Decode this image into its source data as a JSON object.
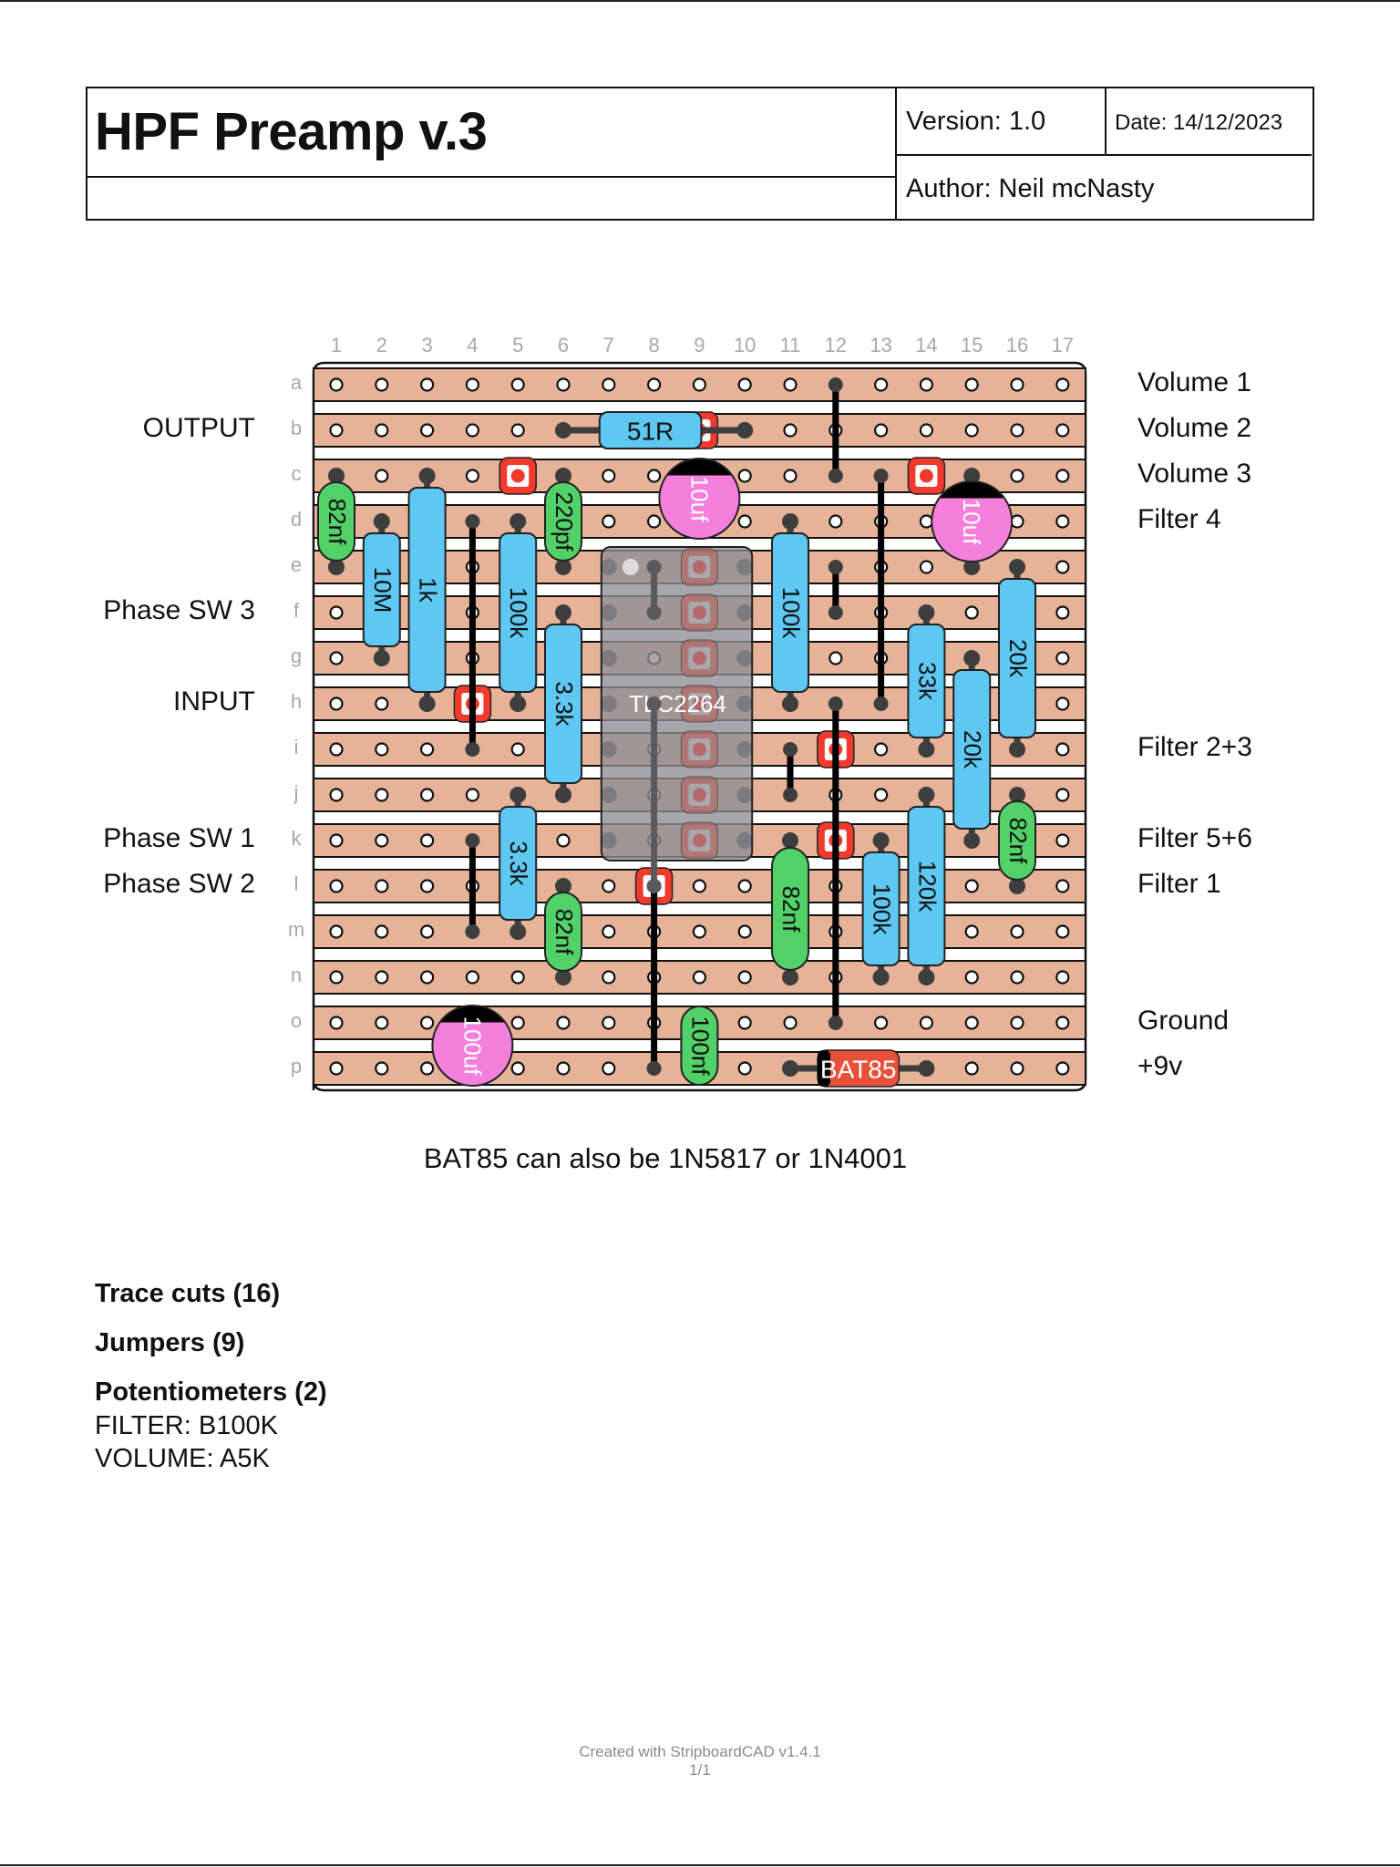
{
  "title_block": {
    "title": "HPF Preamp v.3",
    "subtitle": "",
    "version": "Version: 1.0",
    "date": "Date: 14/12/2023",
    "author": "Author: Neil mcNasty"
  },
  "board": {
    "columns": [
      "1",
      "2",
      "3",
      "4",
      "5",
      "6",
      "7",
      "8",
      "9",
      "10",
      "11",
      "12",
      "13",
      "14",
      "15",
      "16",
      "17"
    ],
    "rows": [
      "a",
      "b",
      "c",
      "d",
      "e",
      "f",
      "g",
      "h",
      "i",
      "j",
      "k",
      "l",
      "m",
      "n",
      "o",
      "p"
    ],
    "left_labels": [
      {
        "row": "b",
        "text": "OUTPUT"
      },
      {
        "row": "f",
        "text": "Phase SW 3"
      },
      {
        "row": "h",
        "text": "INPUT"
      },
      {
        "row": "k",
        "text": "Phase SW 1"
      },
      {
        "row": "l",
        "text": "Phase SW 2"
      }
    ],
    "right_labels": [
      {
        "row": "a",
        "text": "Volume 1"
      },
      {
        "row": "b",
        "text": "Volume 2"
      },
      {
        "row": "c",
        "text": "Volume 3"
      },
      {
        "row": "d",
        "text": "Filter 4"
      },
      {
        "row": "i",
        "text": "Filter 2+3"
      },
      {
        "row": "k",
        "text": "Filter 5+6"
      },
      {
        "row": "l",
        "text": "Filter 1"
      },
      {
        "row": "o",
        "text": "Ground"
      },
      {
        "row": "p",
        "text": "+9v"
      }
    ],
    "colors": {
      "strip": "#e6b398",
      "resistor": "#5ec8f2",
      "ceramic_cap": "#52d168",
      "electrolytic_cap": "#f47fdc",
      "trace_cut": "#f03a2e",
      "jumper": "#000000",
      "lead": "#3e3e3e",
      "ic_body": "#8e8e93",
      "diode": "#e8503a"
    },
    "trace_cuts": [
      {
        "row": "b",
        "col": 9
      },
      {
        "row": "c",
        "col": 5
      },
      {
        "row": "c",
        "col": 14
      },
      {
        "row": "h",
        "col": 4
      },
      {
        "row": "i",
        "col": 12
      },
      {
        "row": "k",
        "col": 12
      },
      {
        "row": "l",
        "col": 8
      }
    ],
    "jumpers": [
      {
        "from": "a12",
        "to": "c12"
      },
      {
        "from": "d4",
        "to": "i4"
      },
      {
        "from": "c13",
        "to": "h13"
      },
      {
        "from": "e12",
        "to": "f12"
      },
      {
        "from": "i11",
        "to": "j11"
      },
      {
        "from": "k4",
        "to": "m4"
      },
      {
        "from": "h12",
        "to": "o12"
      },
      {
        "from": "l8",
        "to": "p8"
      },
      {
        "from": "e8",
        "to": "f8"
      },
      {
        "from": "h8",
        "to": "l8"
      }
    ],
    "resistors": [
      {
        "label": "51R",
        "from": "b6",
        "to": "b10",
        "body_from": "b7",
        "body_to": "b9"
      },
      {
        "label": "10M",
        "from": "d2",
        "to": "g2"
      },
      {
        "label": "1k",
        "from": "c3",
        "to": "h3"
      },
      {
        "label": "100k",
        "from": "d5",
        "to": "h5"
      },
      {
        "label": "3.3k",
        "from": "f6",
        "to": "j6"
      },
      {
        "label": "100k",
        "from": "d11",
        "to": "h11"
      },
      {
        "label": "33k",
        "from": "f14",
        "to": "i14"
      },
      {
        "label": "20k",
        "from": "e16",
        "to": "i16"
      },
      {
        "label": "20k",
        "from": "g15",
        "to": "k15"
      },
      {
        "label": "3.3k",
        "from": "j5",
        "to": "m5"
      },
      {
        "label": "100k",
        "from": "k13",
        "to": "n13"
      },
      {
        "label": "120k",
        "from": "j14",
        "to": "n14"
      }
    ],
    "ceramic_caps": [
      {
        "label": "82nf",
        "from": "c1",
        "to": "e1"
      },
      {
        "label": "220pf",
        "from": "c6",
        "to": "e6"
      },
      {
        "label": "82nf",
        "from": "l6",
        "to": "n6"
      },
      {
        "label": "82nf",
        "from": "k11",
        "to": "n11"
      },
      {
        "label": "82nf",
        "from": "j16",
        "to": "l16"
      },
      {
        "label": "100nf",
        "from": "o9",
        "to": "p9"
      }
    ],
    "electrolytic_caps": [
      {
        "label": "10uf",
        "from": "c9",
        "to": "d9"
      },
      {
        "label": "10uf",
        "from": "c15",
        "to": "e15"
      },
      {
        "label": "100uf",
        "from": "o4",
        "to": "p4"
      }
    ],
    "diodes": [
      {
        "label": "BAT85",
        "from": "p11",
        "to": "p14"
      }
    ],
    "ics": [
      {
        "label": "TLC2264",
        "top_left": "e7",
        "bottom_right": "k10",
        "pins": 14
      }
    ]
  },
  "note": "BAT85 can also be 1N5817 or 1N4001",
  "bom": {
    "trace_cuts": "Trace cuts (16)",
    "jumpers": "Jumpers (9)",
    "potentiometers": "Potentiometers (2)",
    "pots": [
      "FILTER: B100K",
      "VOLUME: A5K"
    ]
  },
  "footer": {
    "created_with": "Created with StripboardCAD v1.4.1",
    "page": "1/1"
  }
}
